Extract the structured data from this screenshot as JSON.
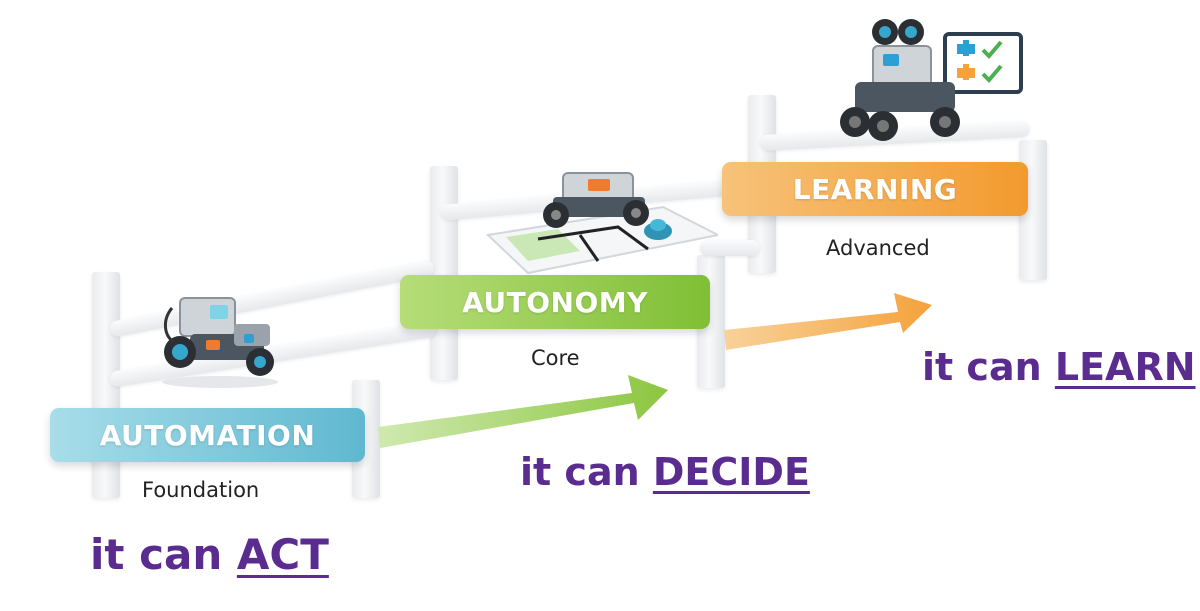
{
  "stages": [
    {
      "label": "AUTOMATION",
      "level": "Foundation",
      "caption_prefix": "it can",
      "caption_keyword": "ACT",
      "color": "#6cc2d8"
    },
    {
      "label": "AUTONOMY",
      "level": "Core",
      "caption_prefix": "it can",
      "caption_keyword": "DECIDE",
      "color": "#8cc63f"
    },
    {
      "label": "LEARNING",
      "level": "Advanced",
      "caption_prefix": "it can",
      "caption_keyword": "LEARN",
      "color": "#f5a23c"
    }
  ],
  "colors": {
    "caption": "#5b2c8f",
    "arrow_1": "#8cc63f",
    "arrow_2": "#f5a23c"
  },
  "icons": [
    "robot-car-icon",
    "robot-car-on-map-icon",
    "robot-with-checklist-icon"
  ]
}
